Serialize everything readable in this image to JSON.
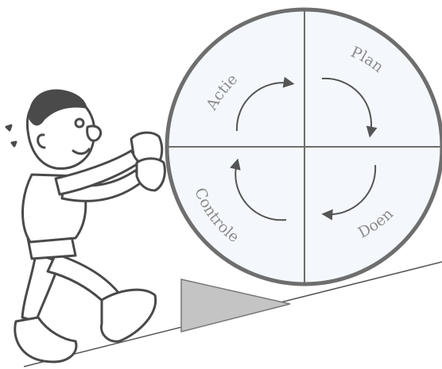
{
  "diagram": {
    "cycle_labels": {
      "act": "Actie",
      "plan": "Plan",
      "do": "Doen",
      "check": "Controle"
    }
  },
  "colors": {
    "circle_fill": "#f4f8fc",
    "outline": "#6e6e6e",
    "label": "#8c8c8c",
    "wedge": "#c4c4c4",
    "figure_stroke": "#4a4a4a"
  }
}
